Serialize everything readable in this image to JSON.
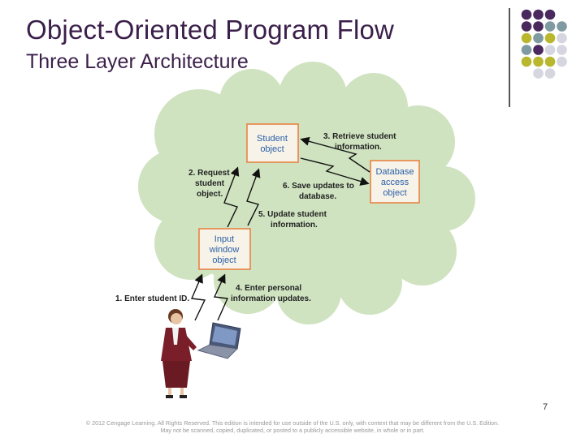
{
  "header": {
    "title": "Object-Oriented Program Flow",
    "subtitle": "Three Layer Architecture"
  },
  "diagram": {
    "boxes": {
      "student": [
        "Student",
        "object"
      ],
      "database": [
        "Database",
        "access",
        "object"
      ],
      "input": [
        "Input",
        "window",
        "object"
      ]
    },
    "steps": {
      "s1": [
        "1. Enter student ID."
      ],
      "s2": [
        "2. Request",
        "student",
        "object."
      ],
      "s3": [
        "3. Retrieve student",
        "information."
      ],
      "s4": [
        "4. Enter personal",
        "information updates."
      ],
      "s5": [
        "5. Update student",
        "information."
      ],
      "s6": [
        "6. Save updates to",
        "database."
      ]
    },
    "colors": {
      "cloud": "#cfe3c0",
      "box_fill": "#f7f3e8",
      "box_border": "#e87d3a",
      "box_text": "#2a5fa8"
    }
  },
  "footer": {
    "page_number": "7",
    "copyright_line1": "© 2012 Cengage Learning. All Rights Reserved. This edition is intended for use outside of the U.S. only, with content that may be different from the U.S. Edition.",
    "copyright_line2": "May not be scanned, copied, duplicated, or posted to a publicly accessible website, in whole or in part."
  }
}
